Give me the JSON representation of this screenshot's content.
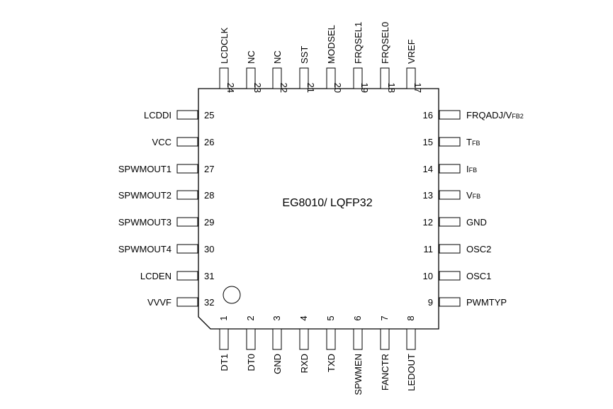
{
  "chip": {
    "title": "EG8010/ LQFP32"
  },
  "pins": {
    "bottom": [
      {
        "num": "1",
        "name": "DT1"
      },
      {
        "num": "2",
        "name": "DT0"
      },
      {
        "num": "3",
        "name": "GND"
      },
      {
        "num": "4",
        "name": "RXD"
      },
      {
        "num": "5",
        "name": "TXD"
      },
      {
        "num": "6",
        "name": "SPWMEN"
      },
      {
        "num": "7",
        "name": "FANCTR"
      },
      {
        "num": "8",
        "name": "LEDOUT"
      }
    ],
    "right": [
      {
        "num": "9",
        "name": "PWMTYP",
        "sub": ""
      },
      {
        "num": "10",
        "name": "OSC1",
        "sub": ""
      },
      {
        "num": "11",
        "name": "OSC2",
        "sub": ""
      },
      {
        "num": "12",
        "name": "GND",
        "sub": ""
      },
      {
        "num": "13",
        "name": "V",
        "sub": "FB"
      },
      {
        "num": "14",
        "name": "I",
        "sub": "FB"
      },
      {
        "num": "15",
        "name": "T",
        "sub": "FB"
      },
      {
        "num": "16",
        "name": "FRQADJ/V",
        "sub": "FB2"
      }
    ],
    "top": [
      {
        "num": "17",
        "name": "VREF"
      },
      {
        "num": "18",
        "name": "FRQSEL0"
      },
      {
        "num": "19",
        "name": "FRQSEL1"
      },
      {
        "num": "20",
        "name": "MODSEL"
      },
      {
        "num": "21",
        "name": "SST"
      },
      {
        "num": "22",
        "name": "NC"
      },
      {
        "num": "23",
        "name": "NC"
      },
      {
        "num": "24",
        "name": "LCDCLK"
      }
    ],
    "left": [
      {
        "num": "25",
        "name": "LCDDI"
      },
      {
        "num": "26",
        "name": "VCC"
      },
      {
        "num": "27",
        "name": "SPWMOUT1"
      },
      {
        "num": "28",
        "name": "SPWMOUT2"
      },
      {
        "num": "29",
        "name": "SPWMOUT3"
      },
      {
        "num": "30",
        "name": "SPWMOUT4"
      },
      {
        "num": "31",
        "name": "LCDEN"
      },
      {
        "num": "32",
        "name": "VVVF"
      }
    ]
  }
}
